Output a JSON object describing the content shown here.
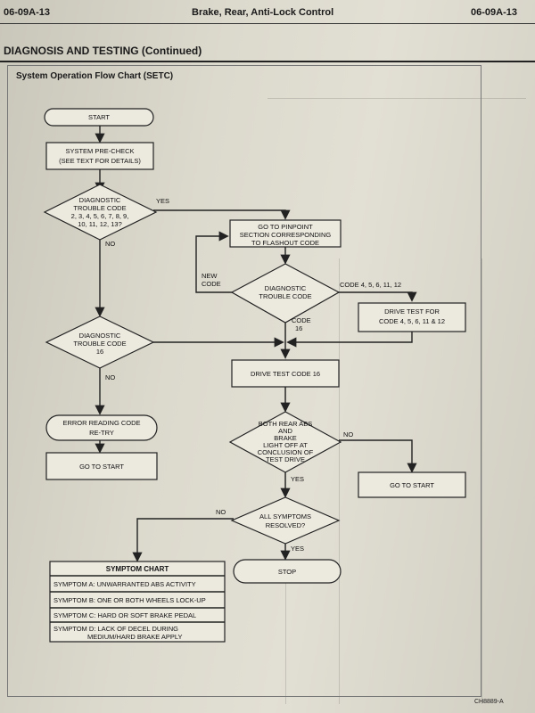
{
  "header": {
    "page_left": "06-09A-13",
    "title": "Brake, Rear, Anti-Lock Control",
    "page_right": "06-09A-13"
  },
  "section": {
    "title": "DIAGNOSIS AND TESTING (Continued)"
  },
  "chart": {
    "title": "System Operation Flow Chart (SETC)",
    "start": "START",
    "precheck_l1": "SYSTEM PRE-CHECK",
    "precheck_l2": "(SEE TEXT FOR DETAILS)",
    "d1_l1": "DIAGNOSTIC",
    "d1_l2": "TROUBLE CODE",
    "d1_l3": "2, 3, 4, 5, 6, 7, 8, 9,",
    "d1_l4": "10, 11, 12, 13?",
    "yes": "YES",
    "no": "NO",
    "pinpoint_l1": "GO TO PINPOINT",
    "pinpoint_l2": "SECTION CORRESPONDING",
    "pinpoint_l3": "TO FLASHOUT CODE",
    "new_code_l1": "NEW",
    "new_code_l2": "CODE",
    "d2_l1": "DIAGNOSTIC",
    "d2_l2": "TROUBLE CODE",
    "code_list": "CODE 4, 5, 6, 11, 12",
    "code16_l1": "CODE",
    "code16_l2": "16",
    "drive_test_l1": "DRIVE TEST FOR",
    "drive_test_l2": "CODE 4, 5, 6, 11 & 12",
    "d3_l1": "DIAGNOSTIC",
    "d3_l2": "TROUBLE CODE",
    "d3_l3": "16",
    "drive_test_16": "DRIVE TEST CODE 16",
    "error_l1": "ERROR READING CODE",
    "error_l2": "RE-TRY",
    "goto_start": "GO TO START",
    "d4_l1": "BOTH REAR ABS",
    "d4_l2": "AND",
    "d4_l3": "BRAKE",
    "d4_l4": "LIGHT OFF AT",
    "d4_l5": "CONCLUSION OF",
    "d4_l6": "TEST DRIVE",
    "d5_l1": "ALL SYMPTOMS",
    "d5_l2": "RESOLVED?",
    "stop": "STOP",
    "symptom_chart": {
      "title": "SYMPTOM CHART",
      "rows": [
        "SYMPTOM A: UNWARRANTED ABS ACTIVITY",
        "SYMPTOM B: ONE OR BOTH WHEELS LOCK-UP",
        "SYMPTOM C: HARD OR SOFT BRAKE PEDAL",
        "SYMPTOM D: LACK OF DECEL DURING",
        "MEDIUM/HARD BRAKE APPLY"
      ]
    }
  },
  "figure_id": "CH8889-A"
}
